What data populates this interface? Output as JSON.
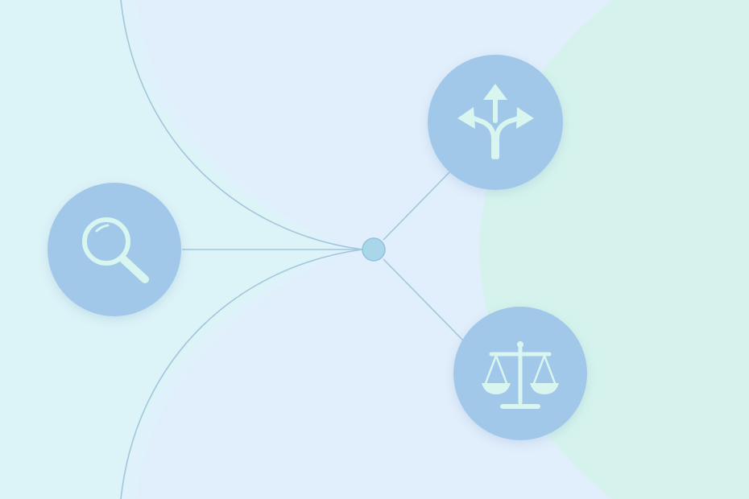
{
  "diagram": {
    "nodes": [
      {
        "id": "search",
        "icon": "magnifying-glass-icon"
      },
      {
        "id": "junction",
        "icon": ""
      },
      {
        "id": "options",
        "icon": "split-arrows-icon"
      },
      {
        "id": "evaluate",
        "icon": "balance-scale-icon"
      }
    ],
    "edges": [
      {
        "from": "search",
        "to": "junction"
      },
      {
        "from": "junction",
        "to": "options"
      },
      {
        "from": "junction",
        "to": "evaluate"
      }
    ],
    "colors": {
      "background": "#dff1fb",
      "background_accent": "#d5f3ec",
      "node_fill": "#a1c7e9",
      "junction_fill": "#a9d6e8",
      "line": "#a3c6dc",
      "icon": "#d8f6ef"
    }
  }
}
